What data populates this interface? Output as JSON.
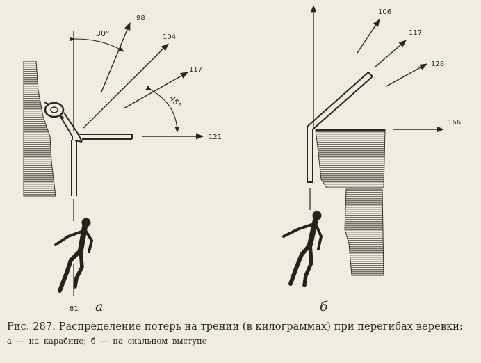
{
  "figure": {
    "part_a": {
      "label": "а",
      "forces": [
        "98",
        "104",
        "117",
        "121"
      ],
      "load": "81",
      "angles": [
        "30°",
        "45°"
      ]
    },
    "part_b": {
      "label": "б",
      "forces": [
        "106",
        "117",
        "128",
        "166"
      ]
    }
  },
  "caption": {
    "title": "Рис. 287. Распределение потерь на трении (в килограммах) при перегибах веревки:",
    "subtitle": "а — на карабине; б — на скальном выступе"
  },
  "colors": {
    "paper": "#f1ece0",
    "ink": "#2a2622"
  }
}
